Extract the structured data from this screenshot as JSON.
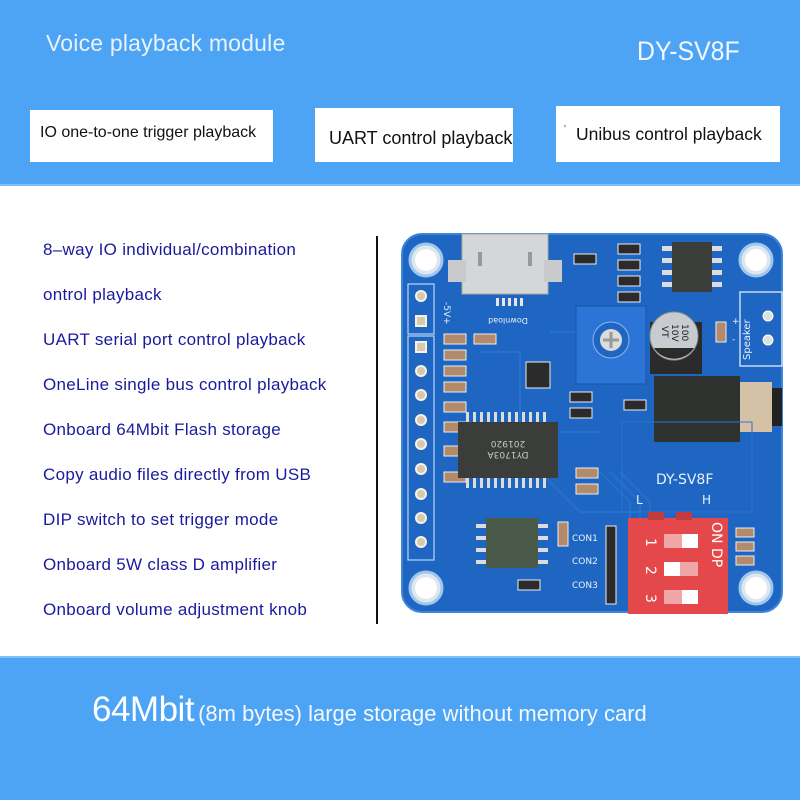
{
  "header": {
    "title": "Voice playback module",
    "model": "DY-SV8F"
  },
  "modes": [
    {
      "label": "IO one-to-one trigger playback"
    },
    {
      "label": "UART control playback"
    },
    {
      "label": "Unibus control playback"
    }
  ],
  "features": [
    "8–way IO individual/combination",
    "ontrol playback",
    "UART serial port control playback",
    "OneLine single bus control playback",
    "Onboard 64Mbit Flash storage",
    "Copy audio files directly from USB",
    "DIP switch to set trigger mode",
    "Onboard 5W class D amplifier",
    "Onboard volume adjustment knob"
  ],
  "footer": {
    "highlight": "64Mbit",
    "text": "(8m bytes) large storage without memory card"
  },
  "board": {
    "silkscreen_model": "DY-SV8F",
    "dip_low_label": "L",
    "dip_high_label": "H",
    "dip_on_label": "ON DP",
    "dip_numbers": [
      "1",
      "2",
      "3"
    ],
    "con_labels": [
      "CON1",
      "CON2",
      "CON3"
    ],
    "power_label": "-5V+",
    "download_label": "Download",
    "speaker_label": "Speaker",
    "speaker_plus": "+",
    "speaker_minus": "-",
    "cap_text_1": "100",
    "cap_text_2": "10V",
    "cap_text_3": "VT",
    "chip_text_1": "DY1703A",
    "chip_text_2": "201920",
    "pcb_color": "#1f66c2",
    "dip_color": "#e5484a"
  },
  "colors": {
    "band": "#4da3f4",
    "feature_text": "#1a1a9c"
  }
}
